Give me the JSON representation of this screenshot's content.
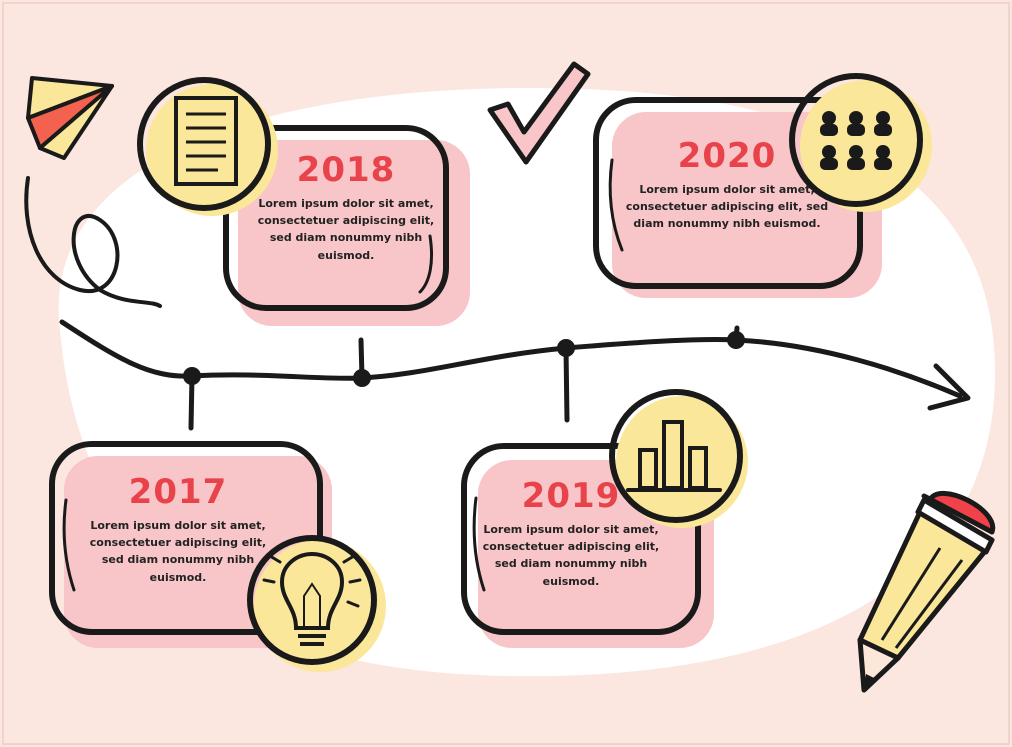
{
  "colors": {
    "background": "#fbe6e0",
    "oval": "#ffffff",
    "card_fill": "#f8c6c8",
    "icon_circle": "#fbe79a",
    "year_text": "#e8434a",
    "stroke": "#1a1a1a"
  },
  "timeline": {
    "milestones": [
      {
        "year": "2017",
        "body": "Lorem ipsum dolor sit amet, consectetuer adipiscing elit, sed diam nonummy nibh euismod.",
        "icon": "lightbulb-icon"
      },
      {
        "year": "2018",
        "body": "Lorem ipsum dolor sit amet, consectetuer adipiscing elit, sed diam nonummy nibh euismod.",
        "icon": "document-icon"
      },
      {
        "year": "2019",
        "body": "Lorem ipsum dolor sit amet, consectetuer adipiscing elit, sed diam nonummy nibh euismod.",
        "icon": "bar-chart-icon"
      },
      {
        "year": "2020",
        "body": "Lorem ipsum dolor sit amet, consectetuer adipiscing elit, sed diam nonummy nibh euismod.",
        "icon": "people-icon"
      }
    ]
  },
  "decorations": [
    "paper-plane-icon",
    "checkmark-icon",
    "pencil-icon",
    "doodle-scribble"
  ]
}
